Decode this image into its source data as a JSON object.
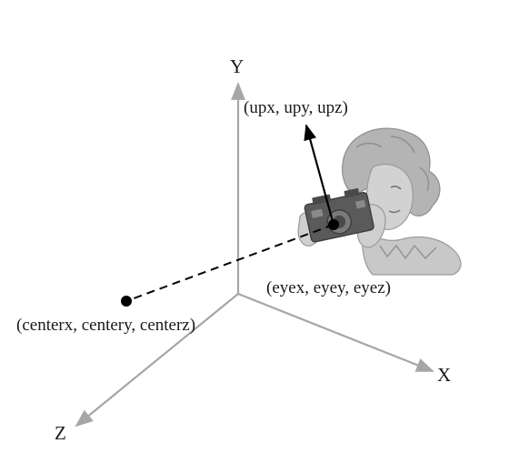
{
  "axes": {
    "y_label": "Y",
    "x_label": "X",
    "z_label": "Z",
    "color": "#a6a6a6"
  },
  "points": {
    "up_label": "(upx, upy, upz)",
    "eye_label": "(eyex, eyey, eyez)",
    "center_label": "(centerx, centery, centerz)"
  },
  "illustration": {
    "subject": "woman-holding-camera",
    "camera_color": "#555555",
    "figure_color": "#9a9a9a"
  },
  "colors": {
    "line": "#000000",
    "text": "#1a1a1a"
  }
}
